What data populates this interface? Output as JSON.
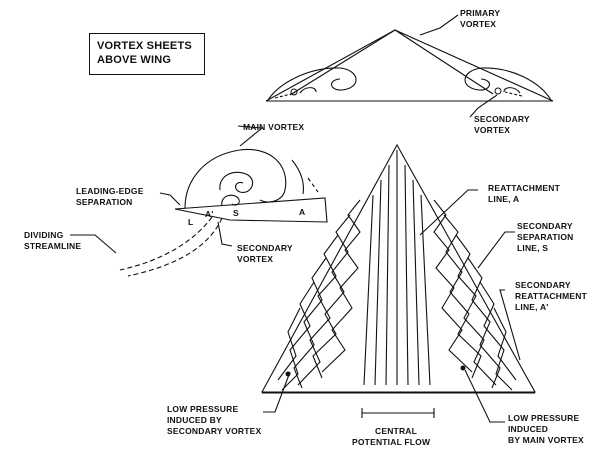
{
  "title": {
    "line1": "VORTEX SHEETS",
    "line2": "ABOVE WING"
  },
  "cross_section_labels": {
    "primary_vortex_1": "PRIMARY",
    "primary_vortex_2": "VORTEX",
    "secondary_vortex_1": "SECONDARY",
    "secondary_vortex_2": "VORTEX"
  },
  "side_view_labels": {
    "main_vortex": "MAIN VORTEX",
    "leading_edge_1": "LEADING-EDGE",
    "leading_edge_2": "SEPARATION",
    "dividing_1": "DIVIDING",
    "dividing_2": "STREAMLINE",
    "secondary_1": "SECONDARY",
    "secondary_2": "VORTEX",
    "point_l": "L",
    "point_a_prime": "A'",
    "point_s": "S",
    "point_a": "A"
  },
  "wing_labels": {
    "reattachment_1": "REATTACHMENT",
    "reattachment_2": "LINE, A",
    "sec_sep_1": "SECONDARY",
    "sec_sep_2": "SEPARATION",
    "sec_sep_3": "LINE, S",
    "sec_reatt_1": "SECONDARY",
    "sec_reatt_2": "REATTACHMENT",
    "sec_reatt_3": "LINE, A'",
    "low_sec_1": "LOW PRESSURE",
    "low_sec_2": "INDUCED BY",
    "low_sec_3": "SECONDARY VORTEX",
    "central_1": "CENTRAL",
    "central_2": "POTENTIAL FLOW",
    "low_main_1": "LOW PRESSURE",
    "low_main_2": "INDUCED",
    "low_main_3": "BY MAIN VORTEX"
  }
}
